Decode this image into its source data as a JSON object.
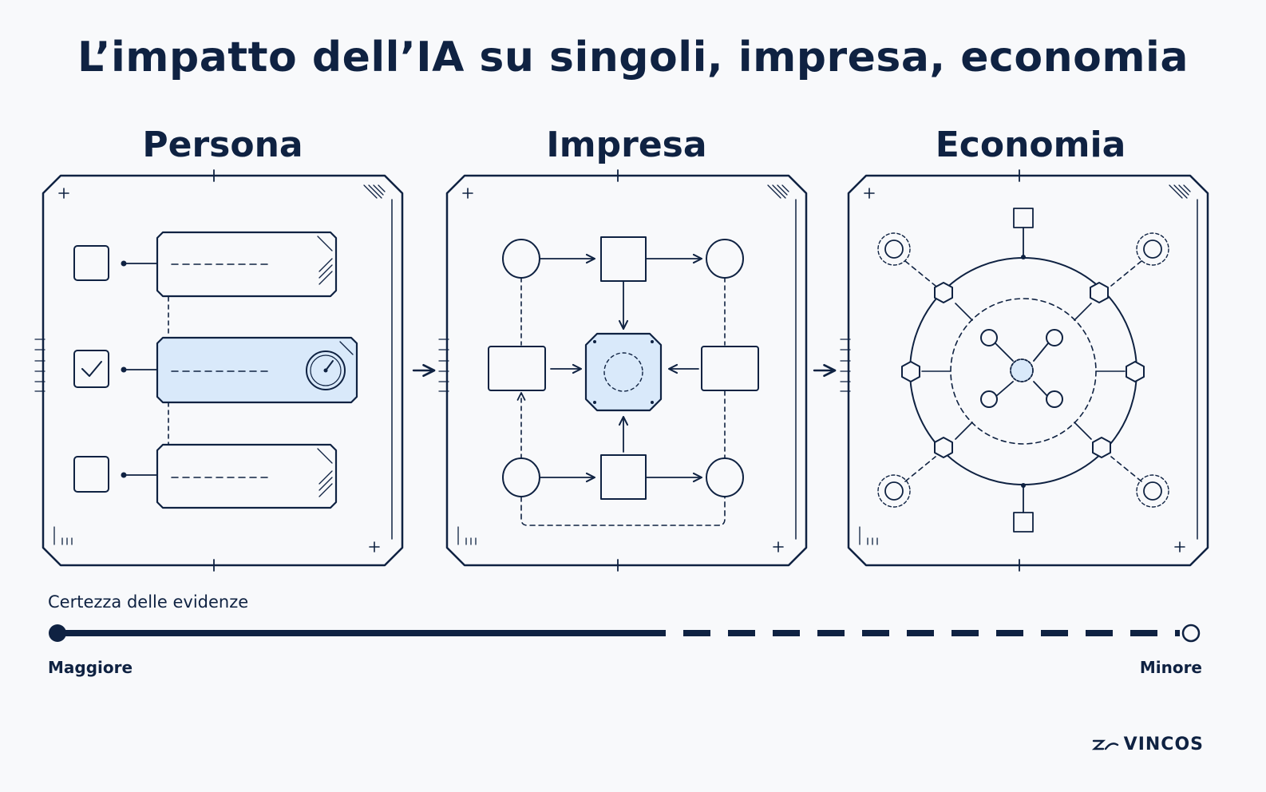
{
  "title": "L’impatto dell’IA su singoli, impresa, economia",
  "panels": [
    {
      "title": "Persona"
    },
    {
      "title": "Impresa"
    },
    {
      "title": "Economia"
    }
  ],
  "scale": {
    "label": "Certezza delle evidenze",
    "left": "Maggiore",
    "right": "Minore"
  },
  "brand": "VINCOS",
  "colors": {
    "ink": "#0f2242",
    "accent_fill": "#d9e9fa",
    "background": "#f8f9fb"
  }
}
